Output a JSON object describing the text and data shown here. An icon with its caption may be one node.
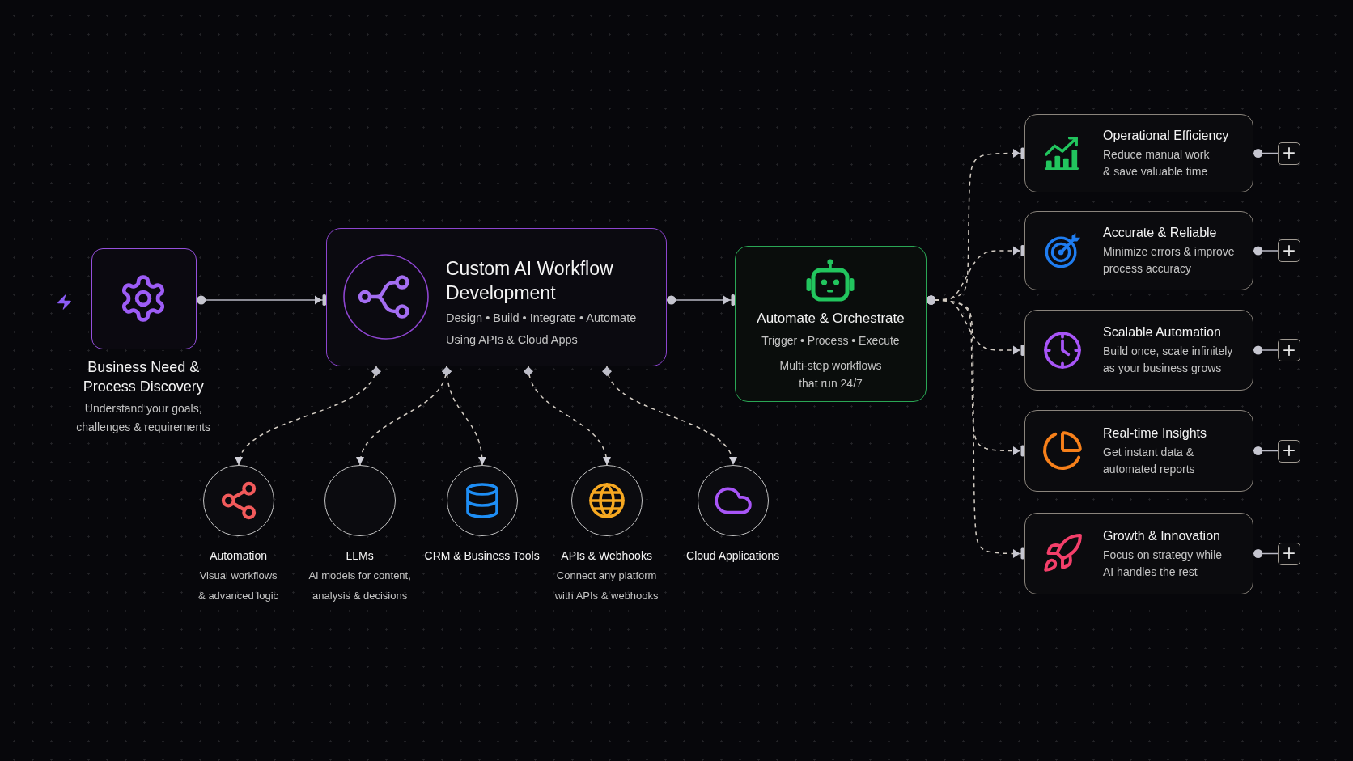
{
  "diagram": {
    "nodes": [
      {
        "text": [
          "Business Need & Process Discovery",
          "Understand your goals, challenges & requirements"
        ]
      },
      {
        "text": [
          "Custom AI Workflow Development",
          "Design • Build • Integrate • Automate",
          "Using APIs & Cloud Apps"
        ]
      },
      {
        "text": [
          "Automate & Orchestrate",
          "Trigger • Process • Execute",
          "Multi-step workflows that run 24/7"
        ]
      },
      {
        "text": [
          "Automation",
          "Visual workflows & advanced logic"
        ]
      },
      {
        "text": [
          "LLMs",
          "AI models for content, analysis & decisions"
        ]
      },
      {
        "text": [
          "CRM & Business Tools"
        ]
      },
      {
        "text": [
          "APIs & Webhooks",
          "Connect any platform with APIs & webhooks"
        ]
      },
      {
        "text": [
          "Cloud Applications"
        ]
      },
      {
        "text": [
          "Operational Efficiency",
          "Reduce manual work & save valuable time"
        ]
      },
      {
        "text": [
          "Accurate & Reliable",
          "Minimize errors & improve process accuracy"
        ]
      },
      {
        "text": [
          "Scalable Automation",
          "Build once, scale infinitely as your business grows"
        ]
      },
      {
        "text": [
          "Real-time Insights",
          "Get instant data & automated reports"
        ]
      },
      {
        "text": [
          "Growth & Innovation",
          "Focus on strategy while AI handles the rest"
        ]
      },
      {
        "text": [],
        "shape": "box"
      },
      {
        "text": [],
        "shape": "box"
      },
      {
        "text": [],
        "shape": "box"
      },
      {
        "text": [],
        "shape": "box"
      },
      {
        "text": [],
        "shape": "box"
      }
    ],
    "edges": [
      {
        "from": 0,
        "to": 1,
        "arrow": "to"
      },
      {
        "from": 1,
        "to": 2,
        "arrow": "to"
      },
      {
        "from": 2,
        "to": 8,
        "arrow": "to",
        "style": "dashed"
      },
      {
        "from": 2,
        "to": 9,
        "arrow": "to",
        "style": "dashed"
      },
      {
        "from": 2,
        "to": 10,
        "arrow": "to",
        "style": "dashed"
      },
      {
        "from": 2,
        "to": 11,
        "arrow": "to",
        "style": "dashed"
      },
      {
        "from": 2,
        "to": 12,
        "arrow": "to",
        "style": "dashed"
      },
      {
        "from": 1,
        "to": 3,
        "arrow": "to",
        "style": "dashed"
      },
      {
        "from": 1,
        "to": 4,
        "arrow": "to",
        "style": "dashed"
      },
      {
        "from": 1,
        "to": 5,
        "arrow": "to",
        "style": "dashed"
      },
      {
        "from": 1,
        "to": 6,
        "arrow": "to",
        "style": "dashed"
      },
      {
        "from": 1,
        "to": 7,
        "arrow": "to",
        "style": "dashed"
      },
      {
        "from": 8,
        "to": 13,
        "arrow": "other"
      },
      {
        "from": 9,
        "to": 14,
        "arrow": "other"
      },
      {
        "from": 10,
        "to": 15,
        "arrow": "other"
      },
      {
        "from": 11,
        "to": 16,
        "arrow": "other"
      },
      {
        "from": 12,
        "to": 17,
        "arrow": "other"
      }
    ]
  }
}
